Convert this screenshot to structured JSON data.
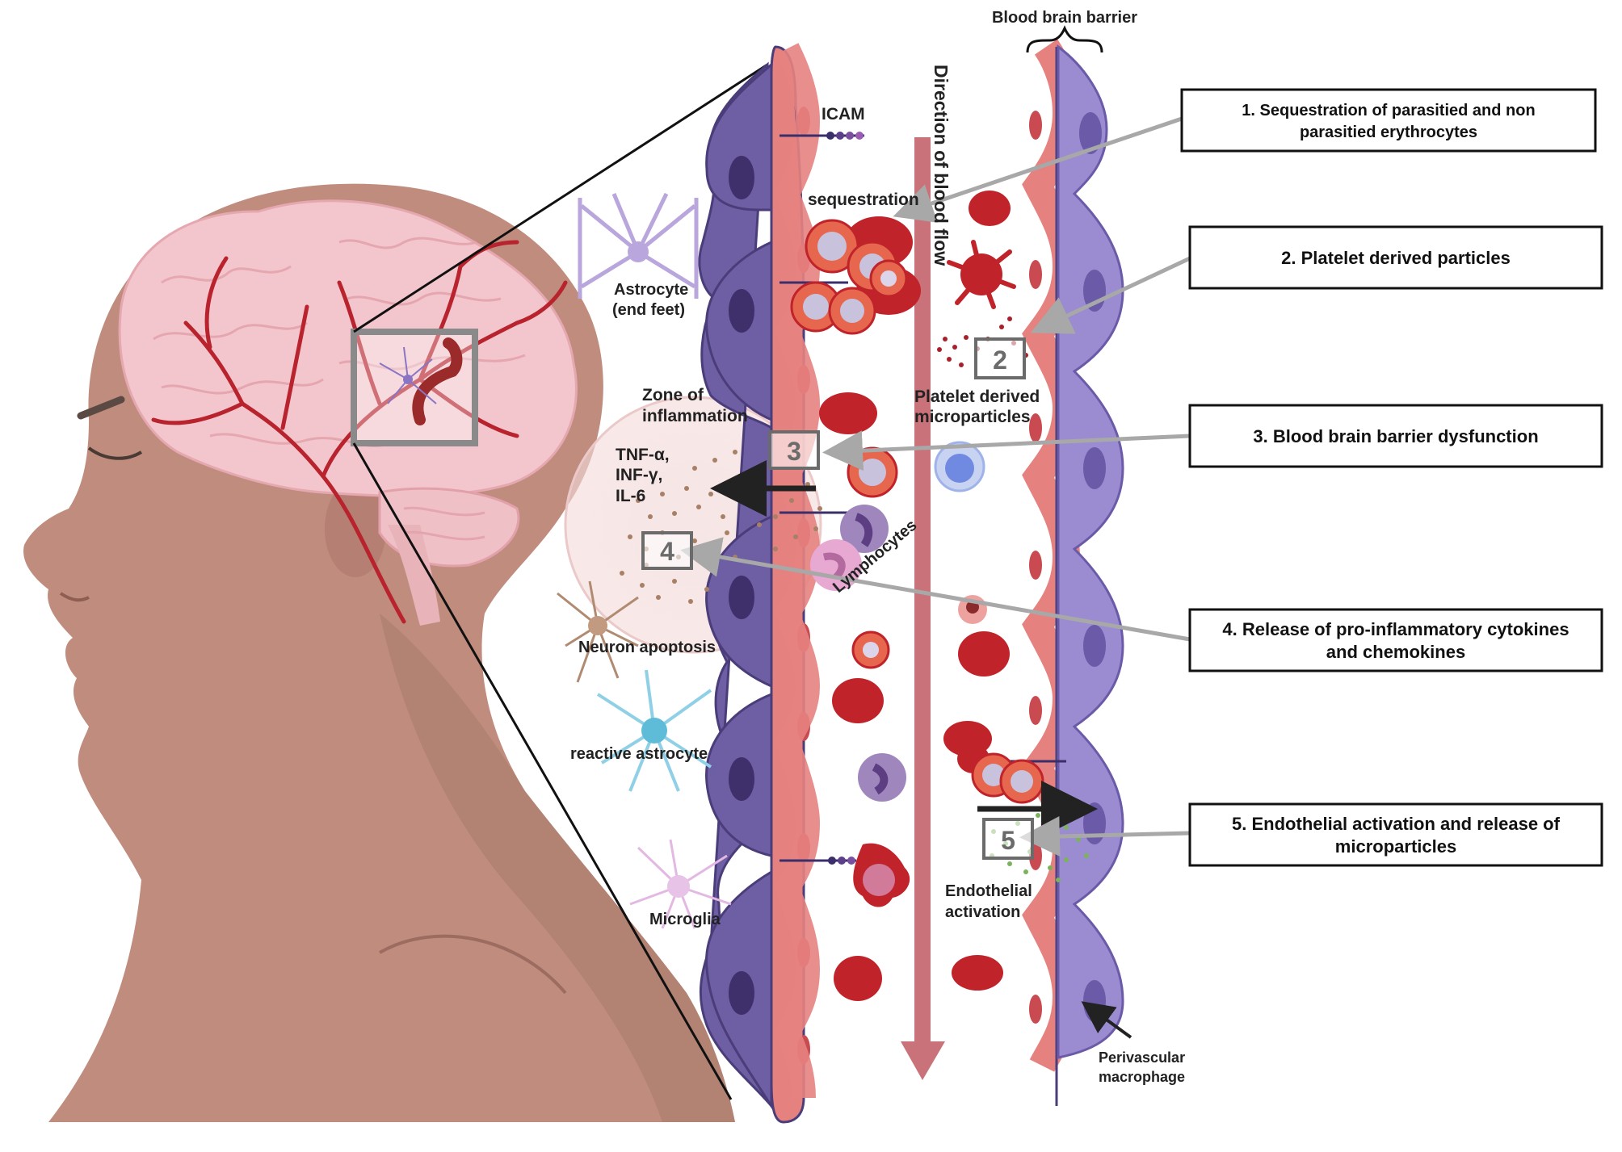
{
  "title": "Blood brain barrier",
  "flow_label": "Direction of blood flow",
  "colors": {
    "skin": "#c08c7e",
    "skin_dark": "#a8786a",
    "brain": "#f2c6cc",
    "vessel_red": "#b8232e",
    "endothelium": "#e5827f",
    "endothelium_nucleus": "#c94a50",
    "astrocyte_purple": "#6e5ea3",
    "macrophage_purple": "#9b8bd1",
    "rbc": "#c0232a",
    "flow_arrow": "#c97279",
    "callout_line": "#a8a8a8"
  },
  "labels": {
    "icam": "ICAM",
    "sequestration": "sequestration",
    "astrocyte": "Astrocyte",
    "astrocyte_sub": "(end feet)",
    "zone1": "Zone of",
    "zone2": "inflammation",
    "cyt1": "TNF-α,",
    "cyt2": "INF-γ,",
    "cyt3": "IL-6",
    "lymphocytes": "Lymphocytes",
    "neuron_apoptosis": "Neuron apoptosis",
    "reactive_astrocyte": "reactive astrocyte",
    "microglia": "Microglia",
    "platelet1": "Platelet derived",
    "platelet2": "microparticles",
    "endo1": "Endothelial",
    "endo2": "activation",
    "perivascular1": "Perivascular",
    "perivascular2": "macrophage"
  },
  "markers": [
    "2",
    "3",
    "4",
    "5"
  ],
  "callouts": [
    {
      "line1": "1. Sequestration of parasitied and non",
      "line2": "parasitied erythrocytes"
    },
    {
      "line1": "2. Platelet derived particles",
      "line2": ""
    },
    {
      "line1": "3. Blood brain barrier dysfunction",
      "line2": ""
    },
    {
      "line1": "4. Release of pro-inflammatory cytokines",
      "line2": "and chemokines"
    },
    {
      "line1": "5. Endothelial activation and release of",
      "line2": "microparticles"
    }
  ]
}
